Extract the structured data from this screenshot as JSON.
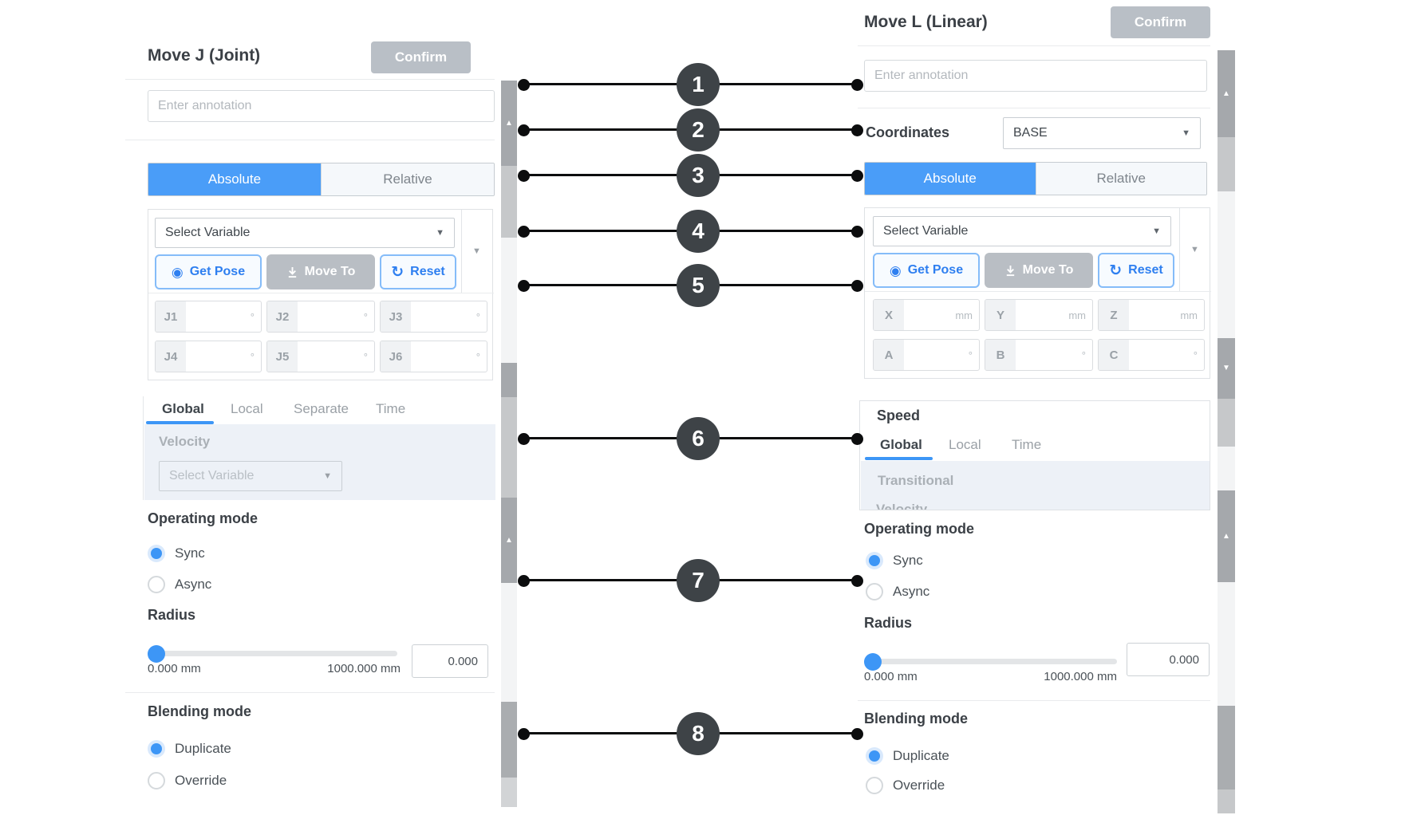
{
  "left_panel": {
    "title": "Move J (Joint)",
    "confirm_label": "Confirm",
    "annotation_placeholder": "Enter annotation",
    "mode_tabs": {
      "absolute": "Absolute",
      "relative": "Relative"
    },
    "variable_select_placeholder": "Select Variable",
    "buttons": {
      "get_pose": "Get Pose",
      "move_to": "Move To",
      "reset": "Reset"
    },
    "joint_fields": [
      {
        "label": "J1",
        "suffix": "°"
      },
      {
        "label": "J2",
        "suffix": "°"
      },
      {
        "label": "J3",
        "suffix": "°"
      },
      {
        "label": "J4",
        "suffix": "°"
      },
      {
        "label": "J5",
        "suffix": "°"
      },
      {
        "label": "J6",
        "suffix": "°"
      }
    ],
    "speed_tabs": [
      "Global",
      "Local",
      "Separate",
      "Time"
    ],
    "velocity": {
      "heading": "Velocity",
      "select_placeholder": "Select Variable"
    },
    "operating_mode": {
      "heading": "Operating mode",
      "options": [
        "Sync",
        "Async"
      ],
      "selected": "Sync"
    },
    "radius": {
      "heading": "Radius",
      "min_label": "0.000 mm",
      "max_label": "1000.000 mm",
      "value": "0.000"
    },
    "blending_mode": {
      "heading": "Blending mode",
      "options": [
        "Duplicate",
        "Override"
      ],
      "selected": "Duplicate"
    }
  },
  "right_panel": {
    "title": "Move L (Linear)",
    "confirm_label": "Confirm",
    "annotation_placeholder": "Enter annotation",
    "coordinates": {
      "label": "Coordinates",
      "value": "BASE"
    },
    "mode_tabs": {
      "absolute": "Absolute",
      "relative": "Relative"
    },
    "variable_select_placeholder": "Select Variable",
    "buttons": {
      "get_pose": "Get Pose",
      "move_to": "Move To",
      "reset": "Reset"
    },
    "cartesian_fields": [
      {
        "label": "X",
        "suffix": "mm"
      },
      {
        "label": "Y",
        "suffix": "mm"
      },
      {
        "label": "Z",
        "suffix": "mm"
      },
      {
        "label": "A",
        "suffix": "°"
      },
      {
        "label": "B",
        "suffix": "°"
      },
      {
        "label": "C",
        "suffix": "°"
      }
    ],
    "speed": {
      "heading": "Speed",
      "tabs": [
        "Global",
        "Local",
        "Time"
      ],
      "transitional_label": "Transitional",
      "clipped_label": "Velocity"
    },
    "operating_mode": {
      "heading": "Operating mode",
      "options": [
        "Sync",
        "Async"
      ],
      "selected": "Sync"
    },
    "radius": {
      "heading": "Radius",
      "min_label": "0.000 mm",
      "max_label": "1000.000 mm",
      "value": "0.000"
    },
    "blending_mode": {
      "heading": "Blending mode",
      "options": [
        "Duplicate",
        "Override"
      ],
      "selected": "Duplicate"
    }
  },
  "connectors": [
    {
      "number": "1"
    },
    {
      "number": "2"
    },
    {
      "number": "3"
    },
    {
      "number": "4"
    },
    {
      "number": "5"
    },
    {
      "number": "6"
    },
    {
      "number": "7"
    },
    {
      "number": "8"
    }
  ],
  "colors": {
    "accent_blue": "#3d96f6",
    "tab_active_bg": "#4a9df8",
    "confirm_bg": "#b9bfc6",
    "disabled_button_bg": "#b9bec4",
    "callout_bg": "#3e4347"
  }
}
